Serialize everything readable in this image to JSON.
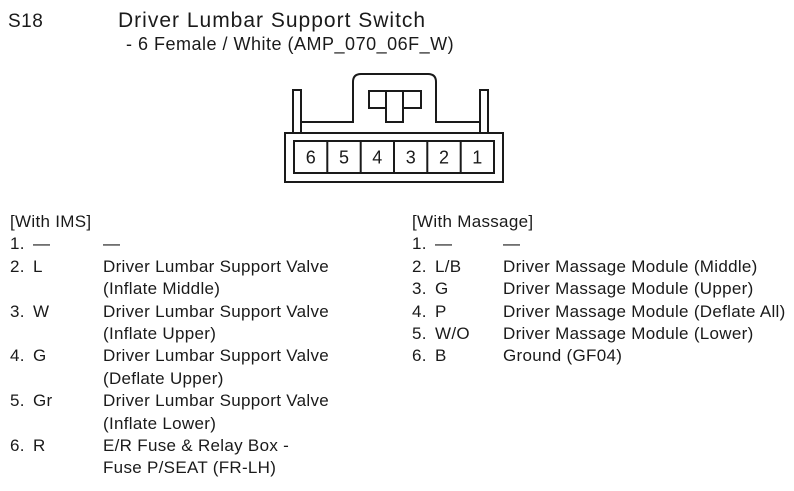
{
  "colors": {
    "ink": "#1a1a1a",
    "background": "#ffffff"
  },
  "header": {
    "connector_id": "S18",
    "title": "Driver Lumbar Support Switch",
    "subtitle": "- 6 Female / White (AMP_070_06F_W)"
  },
  "connector": {
    "pin_numbers": [
      "6",
      "5",
      "4",
      "3",
      "2",
      "1"
    ]
  },
  "pin_lists": [
    {
      "title": "[With IMS]",
      "pins": [
        {
          "num": "1.",
          "code": "—",
          "desc": [
            "—"
          ]
        },
        {
          "num": "2.",
          "code": "L",
          "desc": [
            "Driver Lumbar Support Valve",
            "(Inflate Middle)"
          ]
        },
        {
          "num": "3.",
          "code": "W",
          "desc": [
            "Driver Lumbar Support Valve",
            "(Inflate Upper)"
          ]
        },
        {
          "num": "4.",
          "code": "G",
          "desc": [
            "Driver Lumbar Support Valve",
            "(Deflate Upper)"
          ]
        },
        {
          "num": "5.",
          "code": "Gr",
          "desc": [
            "Driver Lumbar Support Valve",
            "(Inflate Lower)"
          ]
        },
        {
          "num": "6.",
          "code": "R",
          "desc": [
            "E/R Fuse & Relay Box -",
            "Fuse P/SEAT (FR-LH)"
          ]
        }
      ]
    },
    {
      "title": "[With Massage]",
      "pins": [
        {
          "num": "1.",
          "code": "—",
          "desc": [
            "—"
          ]
        },
        {
          "num": "2.",
          "code": "L/B",
          "desc": [
            "Driver Massage Module (Middle)"
          ]
        },
        {
          "num": "3.",
          "code": "G",
          "desc": [
            "Driver Massage Module (Upper)"
          ]
        },
        {
          "num": "4.",
          "code": "P",
          "desc": [
            "Driver Massage Module (Deflate All)"
          ]
        },
        {
          "num": "5.",
          "code": "W/O",
          "desc": [
            "Driver Massage Module (Lower)"
          ]
        },
        {
          "num": "6.",
          "code": "B",
          "desc": [
            "Ground (GF04)"
          ]
        }
      ]
    }
  ]
}
